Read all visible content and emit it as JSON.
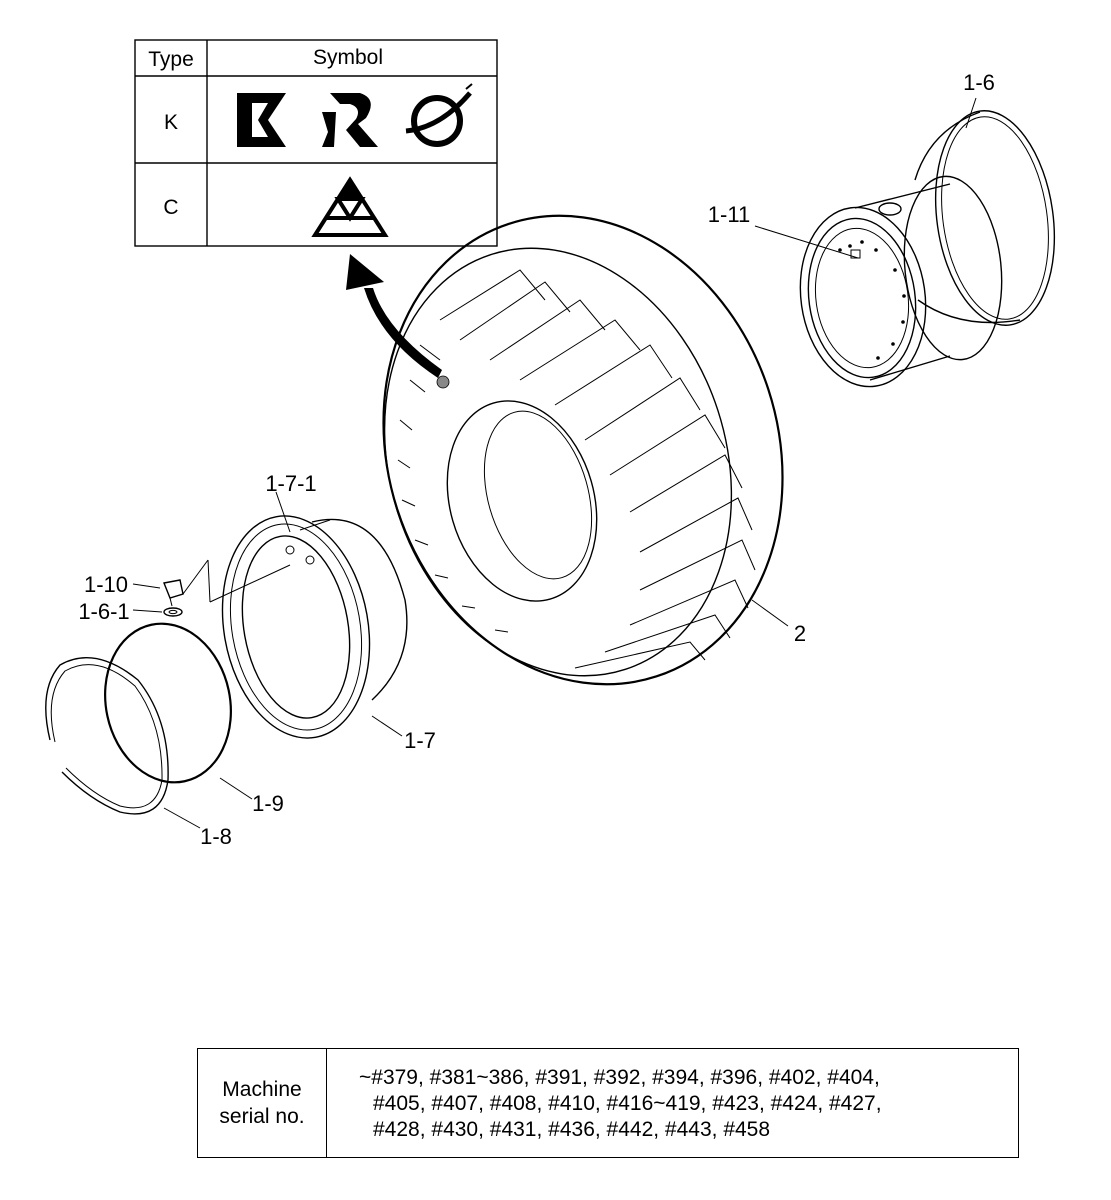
{
  "symbol_table": {
    "header_type": "Type",
    "header_symbol": "Symbol",
    "rows": [
      {
        "type": "K",
        "symbols": [
          "k-logo",
          "r-logo",
          "globe-logo"
        ]
      },
      {
        "type": "C",
        "symbols": [
          "triforce-logo"
        ]
      }
    ]
  },
  "callouts": {
    "c1_6": "1-6",
    "c1_11": "1-11",
    "c1_7_1": "1-7-1",
    "c1_10": "1-10",
    "c1_6_1": "1-6-1",
    "c2": "2",
    "c1_7": "1-7",
    "c1_9": "1-9",
    "c1_8": "1-8"
  },
  "serial": {
    "label": "Machine\nserial no.",
    "lines": [
      "~#379, #381~386, #391, #392, #394, #396, #402, #404,",
      "#405, #407, #408, #410, #416~419, #423, #424, #427,",
      "#428, #430, #431, #436, #442, #443, #458"
    ]
  }
}
